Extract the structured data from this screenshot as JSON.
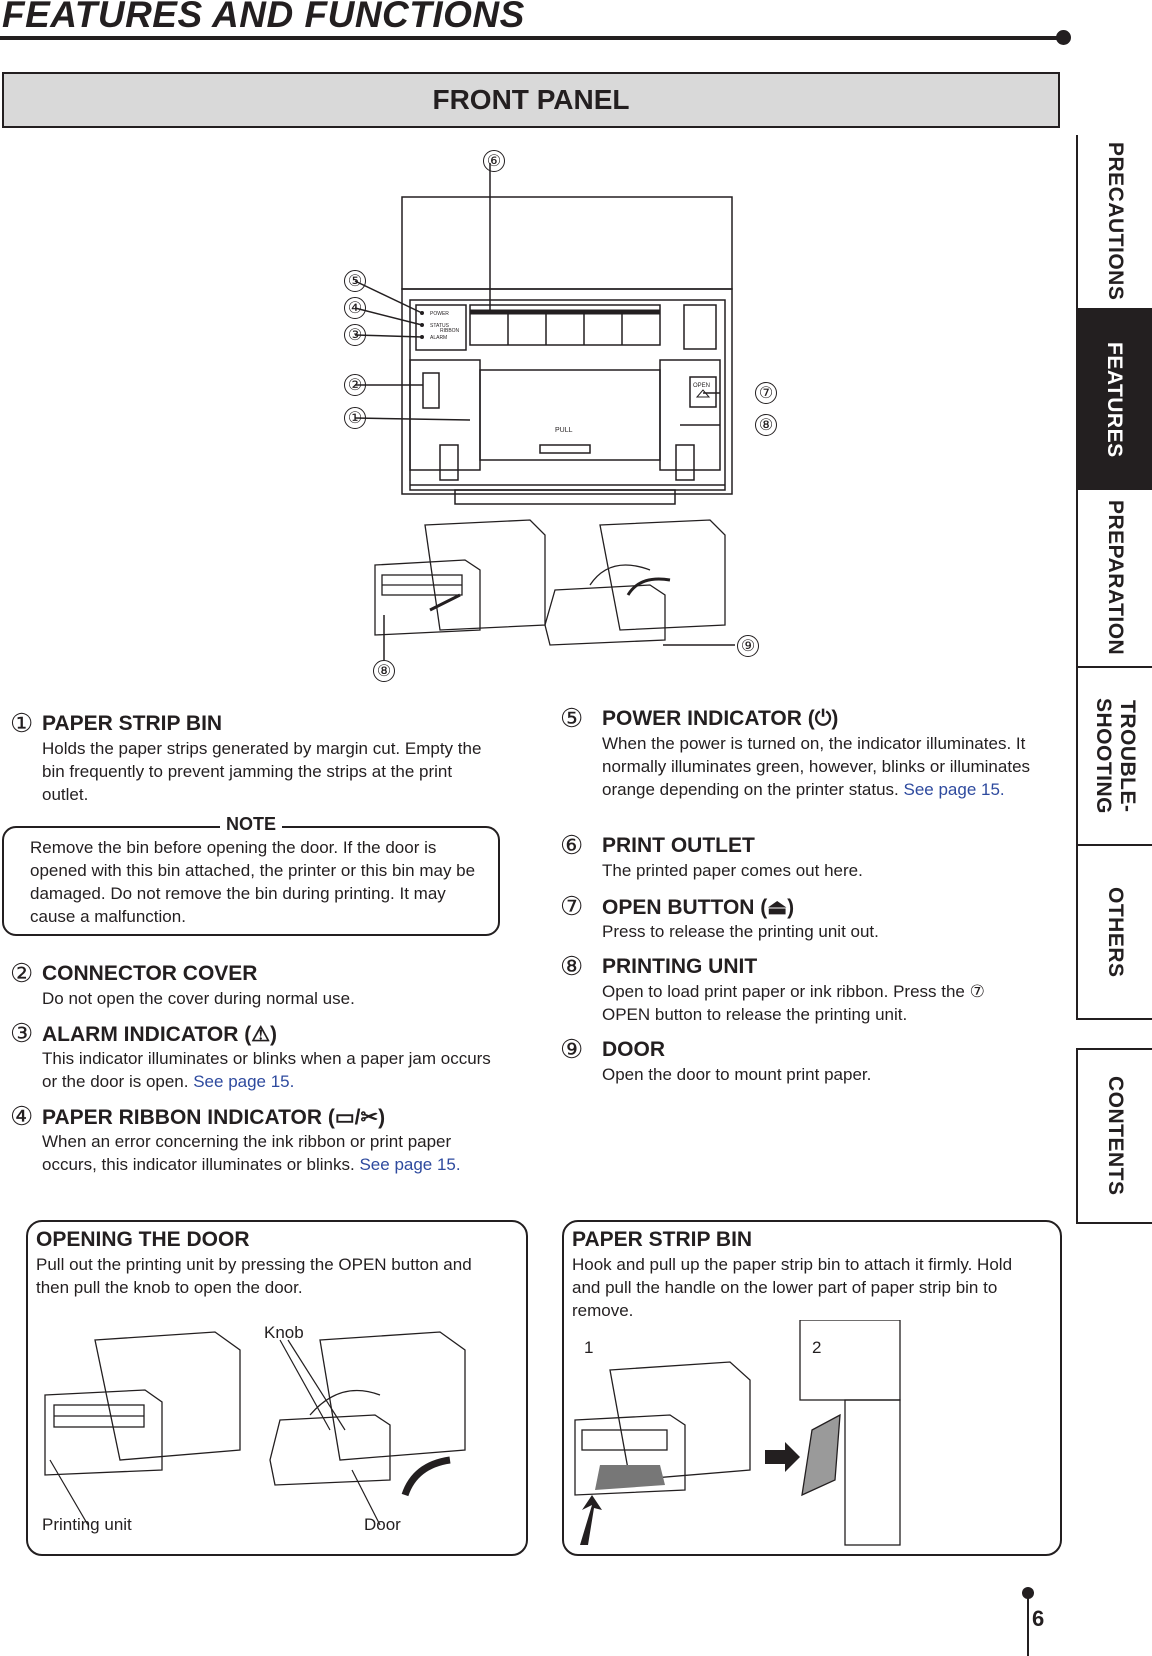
{
  "page_title": "FEATURES AND FUNCTIONS",
  "panel_title": "FRONT PANEL",
  "tabs": [
    "PRECAUTIONS",
    "FEATURES",
    "PREPARATION",
    "TROUBLE-\nSHOOTING",
    "OTHERS",
    "CONTENTS"
  ],
  "figure": {
    "callouts": [
      "①",
      "②",
      "③",
      "④",
      "⑤",
      "⑥",
      "⑦",
      "⑧",
      "⑨"
    ],
    "panel_labels": {
      "open": "OPEN",
      "pull": "PULL",
      "power": "POWER",
      "status": "STATUS",
      "ribbon": "RIBBON",
      "alarm": "ALARM"
    }
  },
  "items": [
    {
      "num": "①",
      "title": "PAPER STRIP BIN",
      "body": "Holds the paper strips generated by margin cut. Empty the bin frequently to prevent jamming the strips at the print outlet."
    },
    {
      "num": "②",
      "title": "CONNECTOR COVER",
      "body": "Do not open the cover during normal use."
    },
    {
      "num": "③",
      "title": "ALARM INDICATOR (",
      "title_end": ")",
      "body": "This indicator illuminates or blinks when a paper jam occurs or the door is open. ",
      "link": "See page 15."
    },
    {
      "num": "④",
      "title": "PAPER RIBBON INDICATOR (",
      "title_end": ")",
      "body": "When an error concerning the ink ribbon or print paper occurs, this indicator illuminates or blinks. ",
      "link": "See page 15."
    },
    {
      "num": "⑤",
      "title": "POWER INDICATOR (",
      "title_end": ")",
      "body": "When the power is turned on, the indicator illuminates. It normally illuminates green, however, blinks or illuminates orange depending on the printer status. ",
      "link": "See page 15."
    },
    {
      "num": "⑥",
      "title": "PRINT OUTLET",
      "body": "The printed paper comes out here."
    },
    {
      "num": "⑦",
      "title": "OPEN BUTTON (",
      "title_end": ")",
      "body": "Press to release the printing unit out."
    },
    {
      "num": "⑧",
      "title": "PRINTING UNIT",
      "body": "Open to load print paper or ink ribbon. Press the ⑦ OPEN button to release the printing unit."
    },
    {
      "num": "⑨",
      "title": "DOOR",
      "body": "Open the door to mount print paper."
    }
  ],
  "note": {
    "label": "NOTE",
    "text": "Remove the bin before opening the door. If the door is opened with this bin attached, the printer or this bin may be damaged. Do not remove the bin during printing. It may cause a malfunction."
  },
  "opening_door": {
    "title": "OPENING THE DOOR",
    "text": "Pull out the printing unit by pressing the OPEN button and then pull the knob to open the door.",
    "labels": {
      "knob": "Knob",
      "printing_unit": "Printing unit",
      "door": "Door"
    }
  },
  "paper_strip_box": {
    "title": "PAPER STRIP BIN",
    "text": "Hook and pull up the paper strip bin to attach it firmly. Hold and pull the handle on the lower part of paper strip bin to remove.",
    "step1": "1",
    "step2": "2"
  },
  "page_number": "6",
  "colors": {
    "link": "#2e4a9e",
    "ink": "#231f20",
    "panel_bg": "#d9d9d9"
  }
}
